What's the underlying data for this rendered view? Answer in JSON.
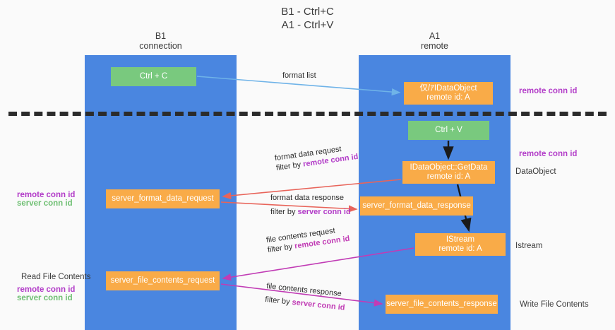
{
  "title": "B1 - Ctrl+C\nA1 - Ctrl+V",
  "columns": {
    "left": {
      "header": "B1\nconnection",
      "color": "#4a86e0"
    },
    "right": {
      "header": "A1\nremote",
      "color": "#4a86e0"
    }
  },
  "colors": {
    "column_blue": "#4a86e0",
    "node_green": "#79c97e",
    "node_orange": "#f9ab48",
    "wire_blue": "#6fb3e8",
    "wire_red": "#e8645a",
    "wire_magenta": "#c13cb5",
    "wire_black": "#1a1a1a",
    "text_purple": "#b23cc8",
    "text_green": "#6fbf73",
    "divider_black": "#2b2b2b",
    "background": "#fafafa"
  },
  "nodes": {
    "ctrl_c": "Ctrl + C",
    "idataobject": "仅/ｱIDataObject\nremote id: A",
    "ctrl_v": "Ctrl + V",
    "getdata": "IDataObject::GetData\nremote id: A",
    "server_format_data_request": "server_format_data_request",
    "server_format_data_response": "server_format_data_response",
    "istream": "IStream\nremote id: A",
    "server_file_contents_request": "server_file_contents_request",
    "server_file_contents_response": "server_file_contents_response"
  },
  "edge_labels": {
    "format_list": "format list",
    "format_data_request": "format data request",
    "format_data_request_filter_prefix": "filter by ",
    "format_data_request_filter_key": "remote conn id",
    "format_data_response": "format data response",
    "format_data_response_filter_prefix": "filter by ",
    "format_data_response_filter_key": "server conn id",
    "file_contents_request": "file contents request",
    "file_contents_request_filter_prefix": "filter by ",
    "file_contents_request_filter_key": "remote conn id",
    "file_contents_response": "file contents response",
    "file_contents_response_filter_prefix": "filter by ",
    "file_contents_response_filter_key": "server conn id"
  },
  "side_labels": {
    "right_remote_conn_id_top": "remote conn id",
    "right_remote_conn_id_mid": "remote conn id",
    "right_dataobject": "DataObject",
    "right_istream": "Istream",
    "right_write_file_contents": "Write File Contents",
    "left_remote_conn_id_mid": "remote conn id",
    "left_server_conn_id_mid": "server conn id",
    "left_read_file_contents": "Read File Contents",
    "left_remote_conn_id_bottom": "remote conn id",
    "left_server_conn_id_bottom": "server conn id"
  }
}
